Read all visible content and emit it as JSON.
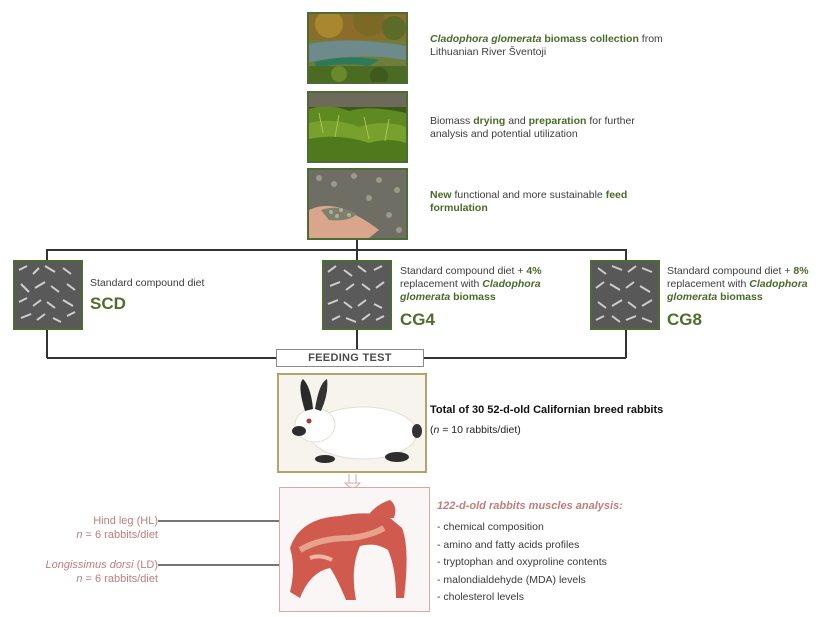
{
  "steps": [
    {
      "pre": "",
      "bold1": "Cladophora glomerata",
      "mid": " biomass collection",
      "post": " from",
      "line2": "Lithuanian River Šventoji"
    },
    {
      "pre": "Biomass ",
      "bold1": "drying",
      "mid": " and ",
      "bold2": "preparation",
      "post": " for further",
      "line2": "analysis and potential utilization"
    },
    {
      "bold1": "New",
      "mid": " functional and more sustainable ",
      "bold2": "feed",
      "line2": "formulation"
    }
  ],
  "diets": [
    {
      "line1": "Standard compound diet",
      "code": "SCD"
    },
    {
      "line1": "Standard compound diet + ",
      "line1_bold": "4%",
      "line2": "replacement with ",
      "line2_bold": "Cladophora",
      "line3_bold": "glomerata",
      "line3": " biomass",
      "code": "CG4"
    },
    {
      "line1": "Standard compound diet + ",
      "line1_bold": "8%",
      "line2": "replacement with ",
      "line2_bold": "Cladophora",
      "line3_bold": "glomerata",
      "line3": " biomass",
      "code": "CG8"
    }
  ],
  "feeding_test": "FEEDING TEST",
  "rabbits": {
    "title": "Total of 30 52-d-old Californian breed rabbits",
    "n_italic": "n",
    "n_rest": " = 10 rabbits/diet)",
    "paren": "("
  },
  "muscles": {
    "hl_label": "Hind leg (HL)",
    "hl_n_italic": "n",
    "hl_n_rest": " = 6 rabbits/diet",
    "ld_label_italic": "Longissimus dorsi",
    "ld_label_rest": " (LD)",
    "ld_n_italic": "n",
    "ld_n_rest": " = 6 rabbits/diet"
  },
  "analysis": {
    "title": "122-d-old rabbits muscles analysis:",
    "items": [
      "- chemical composition",
      "- amino and fatty acids profiles",
      "- tryptophan and oxyproline contents",
      "- malondialdehyde (MDA) levels",
      "- cholesterol levels"
    ]
  },
  "colors": {
    "accent_green": "#4e6e2c",
    "muscle_pink": "#c07d7d",
    "rabbit_border": "#b3a46d"
  }
}
